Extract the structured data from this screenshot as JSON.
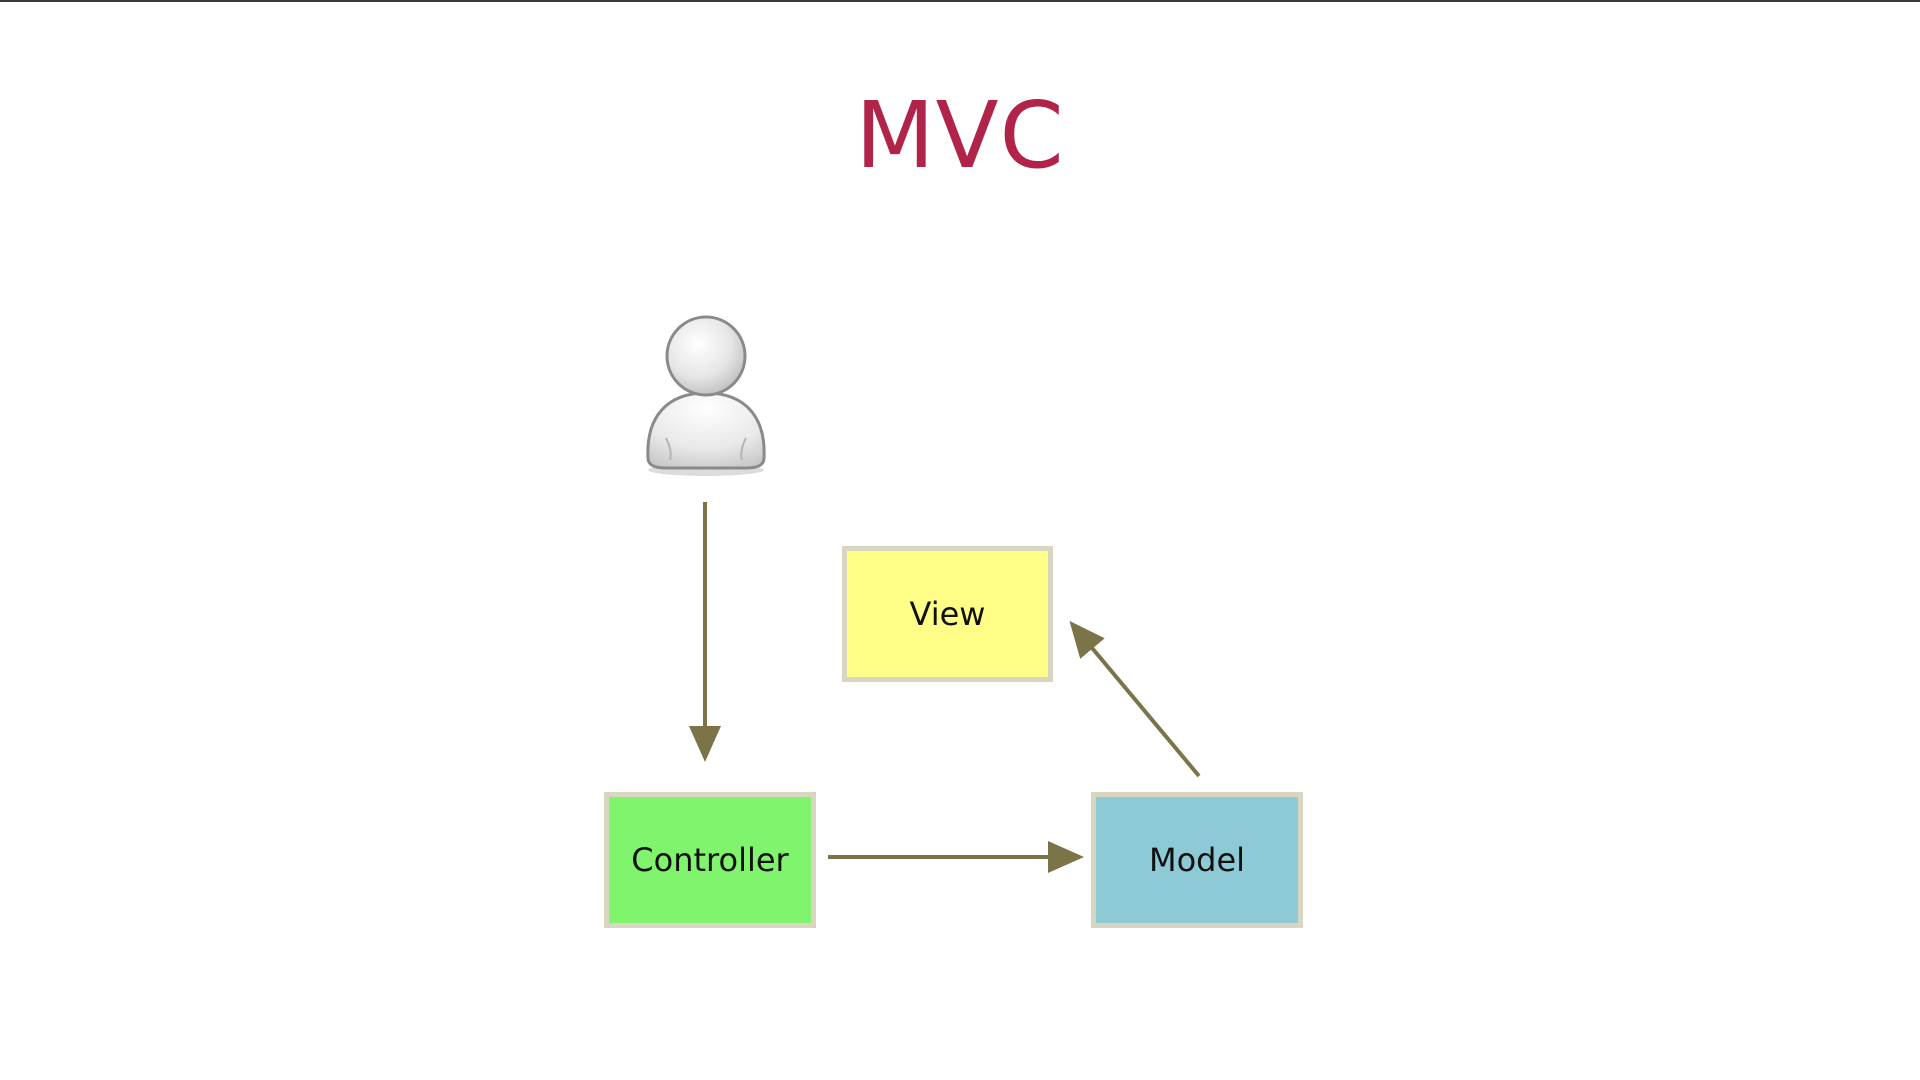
{
  "slide": {
    "title": "MVC"
  },
  "diagram": {
    "actor_icon": "user-icon",
    "nodes": {
      "view": {
        "label": "View",
        "color": "#ffff88"
      },
      "controller": {
        "label": "Controller",
        "color": "#80f46c"
      },
      "model": {
        "label": "Model",
        "color": "#8ecad6"
      }
    },
    "edges": [
      {
        "from": "user",
        "to": "controller"
      },
      {
        "from": "controller",
        "to": "model"
      },
      {
        "from": "model",
        "to": "view"
      }
    ],
    "colors": {
      "title": "#b0244a",
      "arrow": "#7a7448",
      "box_border": "#d8d6c0"
    }
  }
}
